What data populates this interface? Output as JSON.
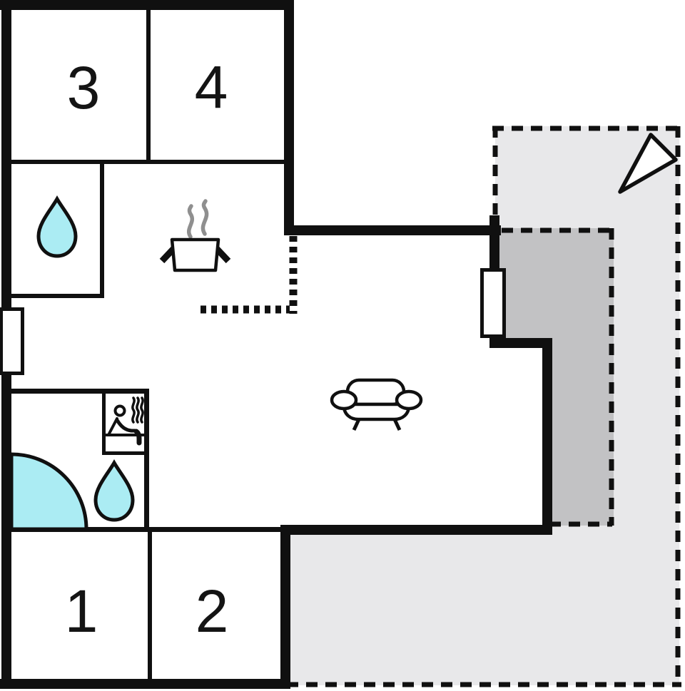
{
  "floor_plan": {
    "room_labels": {
      "room1": "1",
      "room2": "2",
      "room3": "3",
      "room4": "4"
    },
    "icons": {
      "bathroom_top": "water-drop-icon",
      "bathroom_bottom": "water-drop-icon",
      "shower": "shower-quarter-circle-icon",
      "sauna": "sauna-person-icon",
      "kitchen": "cooking-pot-icon",
      "living_room": "sofa-icon",
      "orientation": "north-arrow-icon"
    },
    "colors": {
      "wall": "#101010",
      "water_feature": "#abecf3",
      "terrace_light": "#e8e8ea",
      "terrace_dark": "#c2c2c4",
      "steam_gray": "#8f8f8f",
      "background": "#ffffff"
    }
  }
}
